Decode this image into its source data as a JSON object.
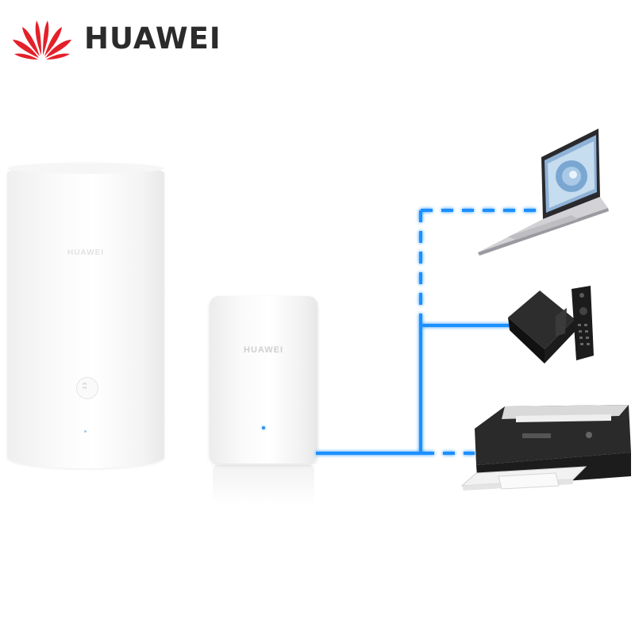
{
  "brand": {
    "name": "HUAWEI",
    "logo_icon": "huawei-petal-logo-icon",
    "logo_color": "#e4202a"
  },
  "devices": {
    "main_router": {
      "label": "HUAWEI",
      "icon": "router-icon",
      "button_glyph": "ʭ"
    },
    "satellite": {
      "label": "HUAWEI",
      "icon": "satellite-router-icon"
    },
    "laptop": {
      "icon": "laptop-icon"
    },
    "tv_box": {
      "icon": "tv-box-icon"
    },
    "printer": {
      "icon": "printer-icon"
    }
  },
  "connections": {
    "line_color": "#1e90ff",
    "wired": [
      "tv_box"
    ],
    "wireless": [
      "laptop",
      "printer"
    ]
  }
}
